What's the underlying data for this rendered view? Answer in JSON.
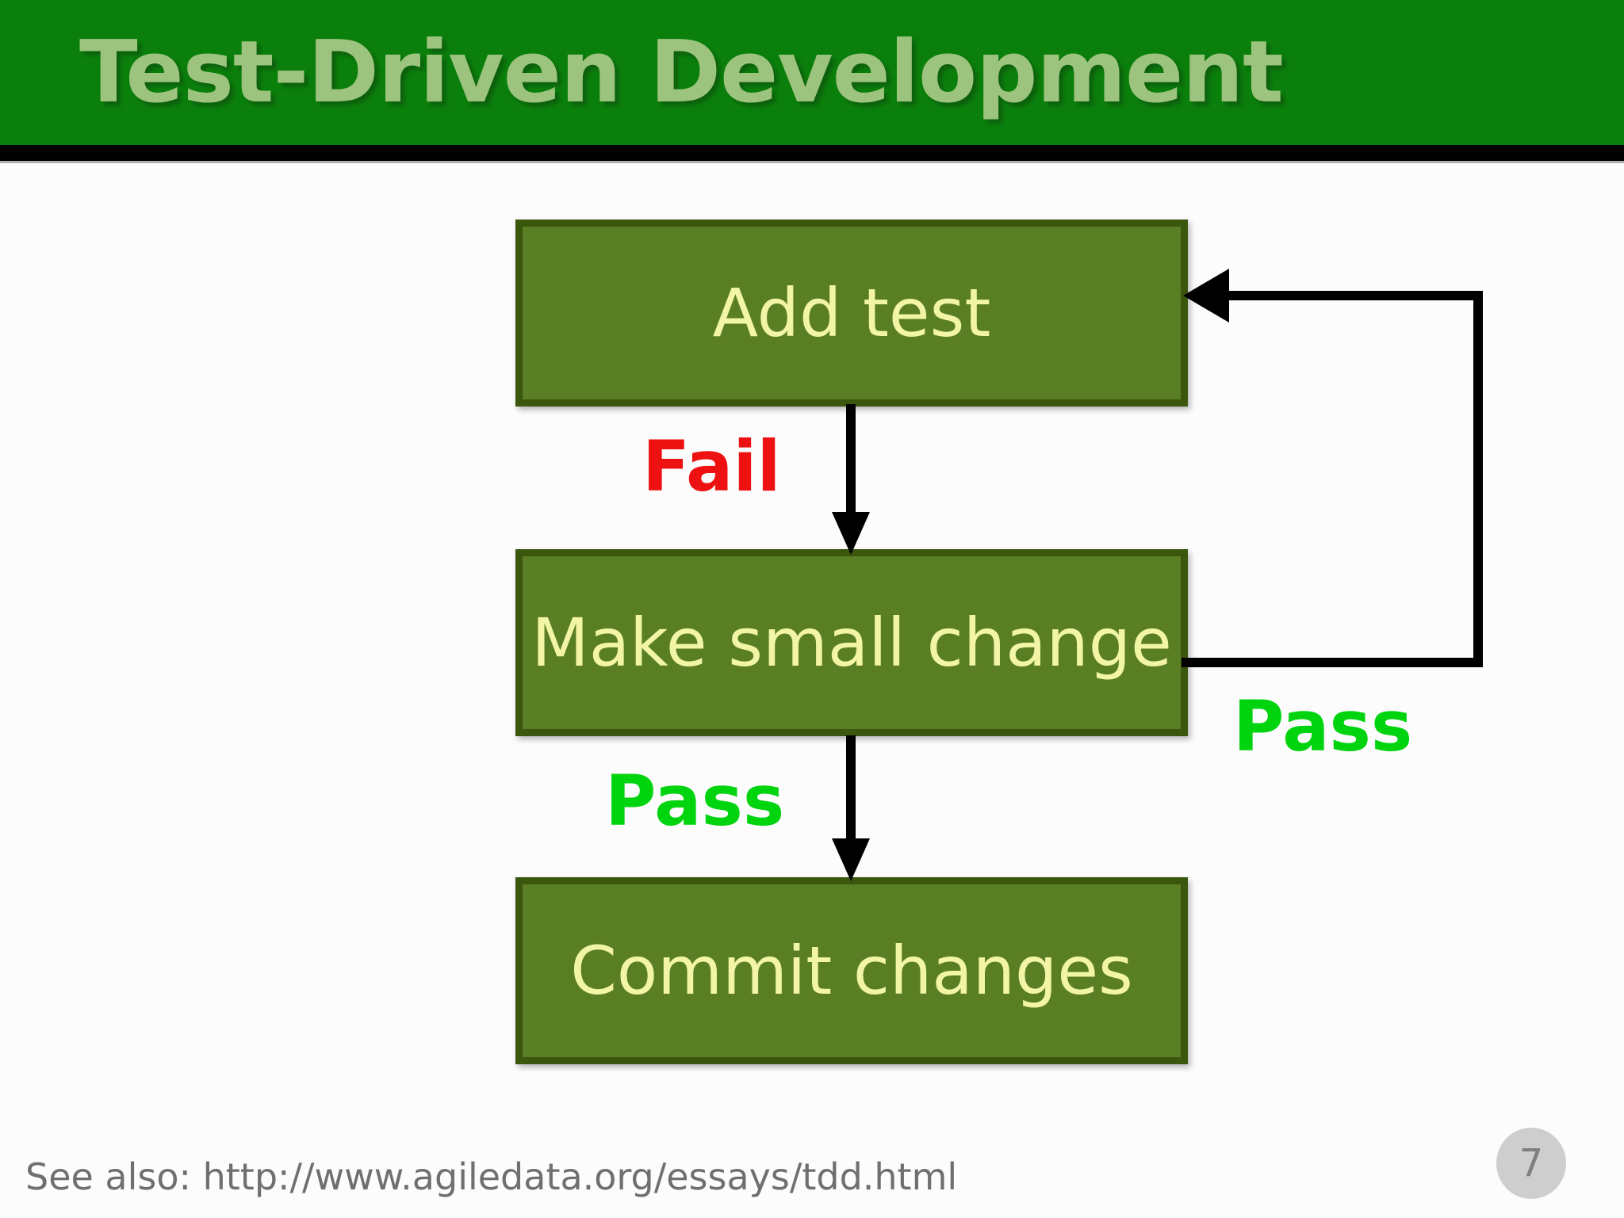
{
  "slide": {
    "title": "Test-Driven Development",
    "footer": {
      "see_also": "See also: http://www.agiledata.org/essays/tdd.html",
      "page_number": "7"
    }
  },
  "diagram": {
    "type": "flowchart",
    "boxes": [
      {
        "id": "add-test",
        "label": "Add test"
      },
      {
        "id": "make-small-change",
        "label": "Make small change"
      },
      {
        "id": "commit-changes",
        "label": "Commit changes"
      }
    ],
    "edges": [
      {
        "from": "add-test",
        "to": "make-small-change",
        "label": "Fail",
        "direction": "down"
      },
      {
        "from": "make-small-change",
        "to": "commit-changes",
        "label": "Pass",
        "direction": "down"
      },
      {
        "from": "make-small-change",
        "to": "add-test",
        "label": "Pass",
        "direction": "loop-right-up"
      }
    ]
  },
  "colors": {
    "slide_bg": "#fcfcfc",
    "header_bg": "#0b7f0b",
    "header_title": "#9dc47e",
    "divider_black": "#000000",
    "divider_gray": "#b0b0b0",
    "box_fill": "#5a7e24",
    "box_border": "#3a570d",
    "box_text": "#f2f5a6",
    "arrow": "#000000",
    "fail": "#ee1111",
    "pass": "#00d40e",
    "footer_text": "#6f6f6f",
    "page_badge_bg": "#cecece",
    "page_badge_text": "#7f7f7f"
  }
}
